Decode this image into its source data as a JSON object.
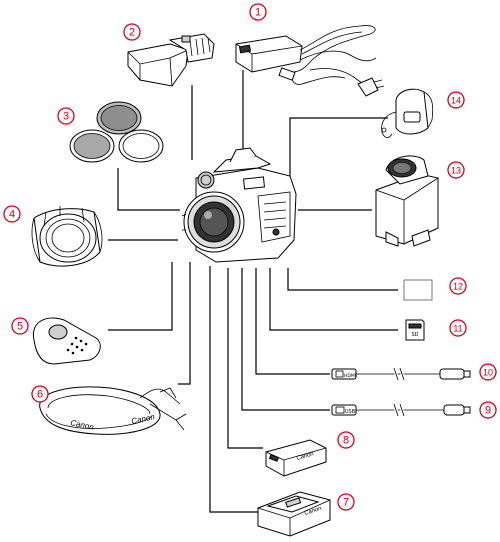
{
  "callouts": [
    {
      "id": "1",
      "label": "①"
    },
    {
      "id": "2",
      "label": "②"
    },
    {
      "id": "3",
      "label": "③"
    },
    {
      "id": "4",
      "label": "④"
    },
    {
      "id": "5",
      "label": "⑤"
    },
    {
      "id": "6",
      "label": "⑥"
    },
    {
      "id": "7",
      "label": "⑦"
    },
    {
      "id": "8",
      "label": "⑧"
    },
    {
      "id": "9",
      "label": "⑨"
    },
    {
      "id": "10",
      "label": "⑩"
    },
    {
      "id": "11",
      "label": "⑪"
    },
    {
      "id": "12",
      "label": "⑫"
    },
    {
      "id": "13",
      "label": "⑬"
    },
    {
      "id": "14",
      "label": "⑭"
    }
  ],
  "printed_text": {
    "strap_brand_left": "Canon",
    "strap_brand_right": "Canon",
    "hdmi_connector_mark": "HDMI",
    "usb_connector_mark": "USB",
    "battery_brand": "Canon",
    "charger_brand": "Canon",
    "sd_card_mark": "SD"
  },
  "colors": {
    "callout": "#d6001c",
    "line": "#000000",
    "filter_gray": "#9a9a9a"
  }
}
